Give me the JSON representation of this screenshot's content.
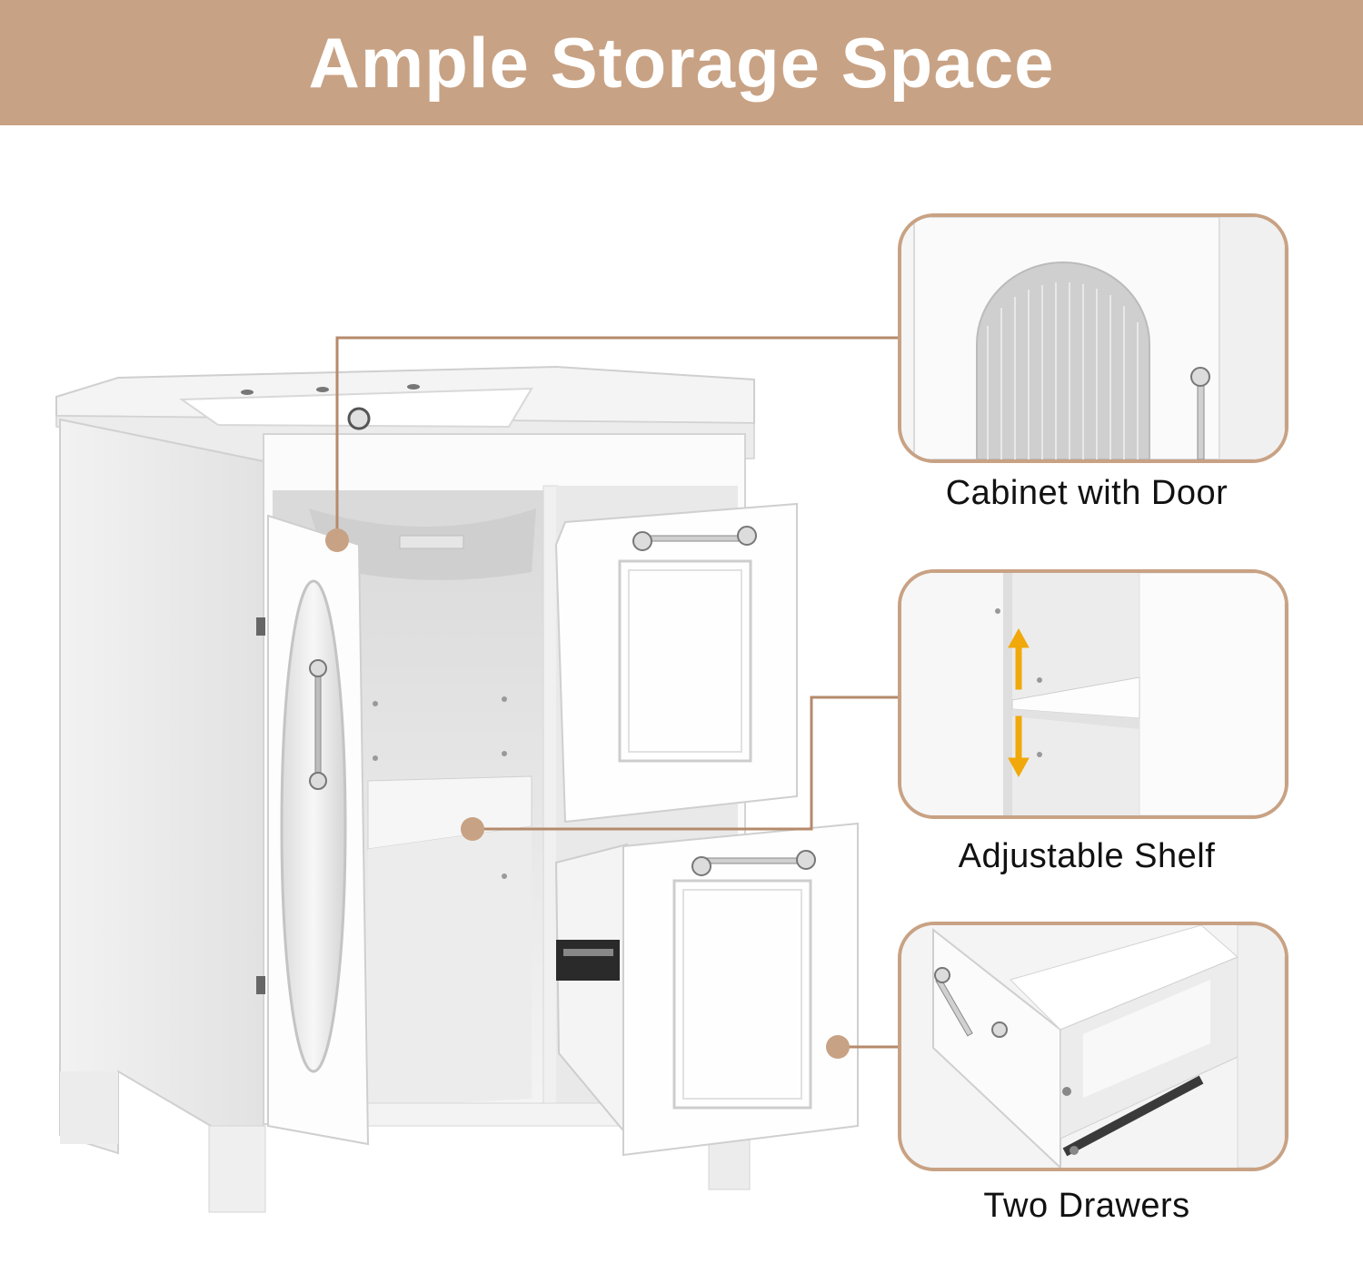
{
  "header": {
    "title": "Ample Storage Space"
  },
  "features": [
    {
      "caption": "Cabinet with Door",
      "image_name": "cabinet-door-closeup"
    },
    {
      "caption": "Adjustable Shelf",
      "image_name": "adjustable-shelf-closeup"
    },
    {
      "caption": "Two Drawers",
      "image_name": "drawer-closeup"
    }
  ],
  "colors": {
    "banner": "#c8a284",
    "accent_line": "#b58a6b",
    "arrow": "#f1a80a",
    "product": "#ffffff"
  }
}
